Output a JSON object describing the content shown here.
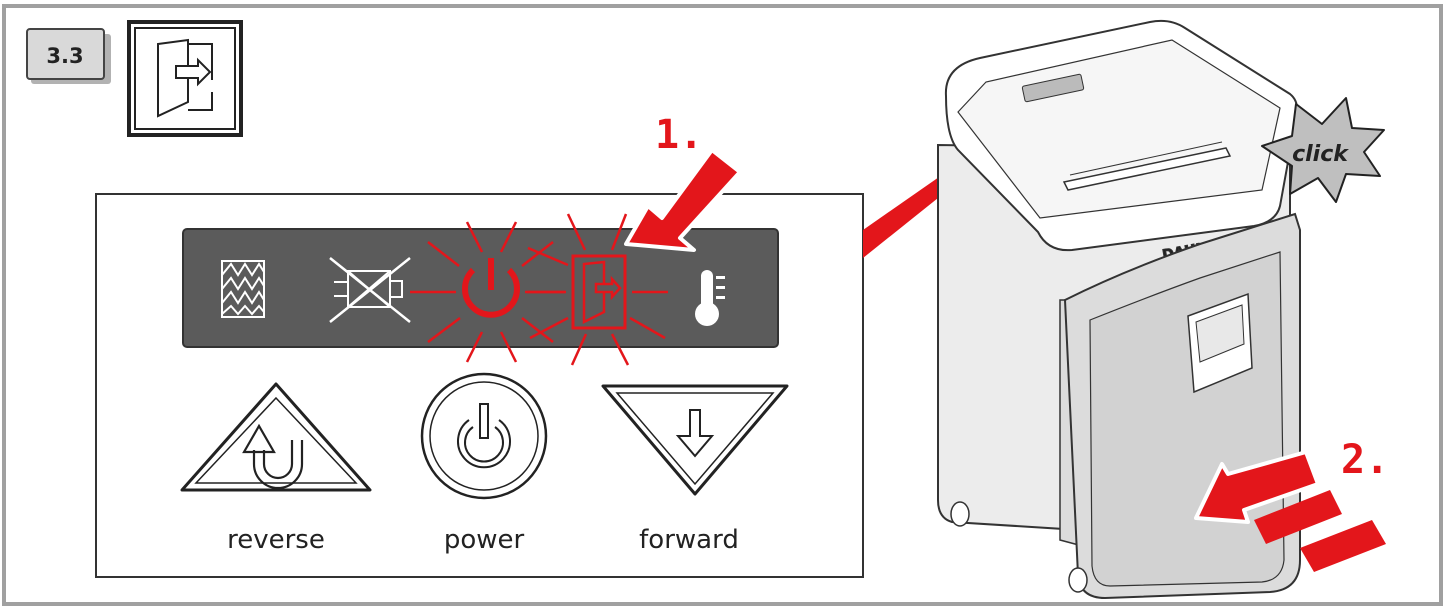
{
  "step_badge": "3.3",
  "steps": {
    "one": "1.",
    "two": "2."
  },
  "buttons": {
    "reverse": "reverse",
    "power": "power",
    "forward": "forward"
  },
  "device": {
    "brand": "DAHLE",
    "sound": "click"
  },
  "colors": {
    "accent": "#e3161b",
    "panel": "#5b5b5b",
    "frame": "#a0a0a0"
  },
  "icons": {
    "badge_icon": "door-open-icon",
    "indicators": [
      "bin-full-icon",
      "motor-overheat-icon",
      "power-icon",
      "door-open-icon",
      "temperature-icon"
    ],
    "button_icons": [
      "reverse-arrow-icon",
      "power-icon",
      "forward-arrow-icon"
    ]
  }
}
